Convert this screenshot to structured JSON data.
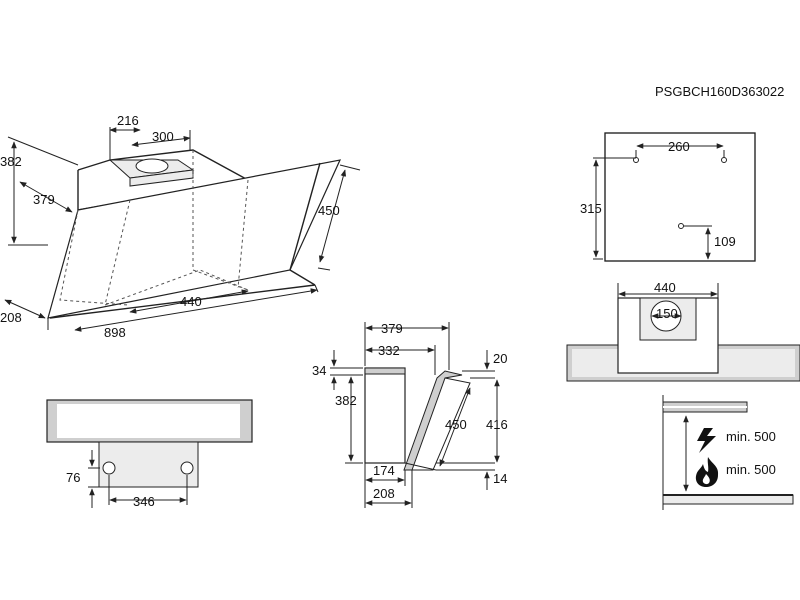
{
  "model_code": "PSGBCH160D363022",
  "colors": {
    "line": "#222222",
    "panel_grey": "#cfcfcf",
    "light_grey": "#ececec"
  },
  "view_3d": {
    "dim_216": "216",
    "dim_300": "300",
    "dim_382": "382",
    "dim_379": "379",
    "dim_450": "450",
    "dim_440": "440",
    "dim_208": "208",
    "dim_898": "898"
  },
  "view_front_small": {
    "dim_76": "76",
    "dim_346": "346"
  },
  "view_side": {
    "dim_379": "379",
    "dim_332": "332",
    "dim_34": "34",
    "dim_382": "382",
    "dim_20": "20",
    "dim_450": "450",
    "dim_416": "416",
    "dim_174": "174",
    "dim_14": "14",
    "dim_208": "208"
  },
  "view_wall_plate": {
    "dim_260": "260",
    "dim_315": "315",
    "dim_109": "109"
  },
  "view_top": {
    "dim_440": "440",
    "dim_150": "150"
  },
  "view_clearance": {
    "electric_label": "min. 500",
    "gas_label": "min. 500",
    "electric_icon": "lightning-icon",
    "gas_icon": "flame-icon"
  }
}
